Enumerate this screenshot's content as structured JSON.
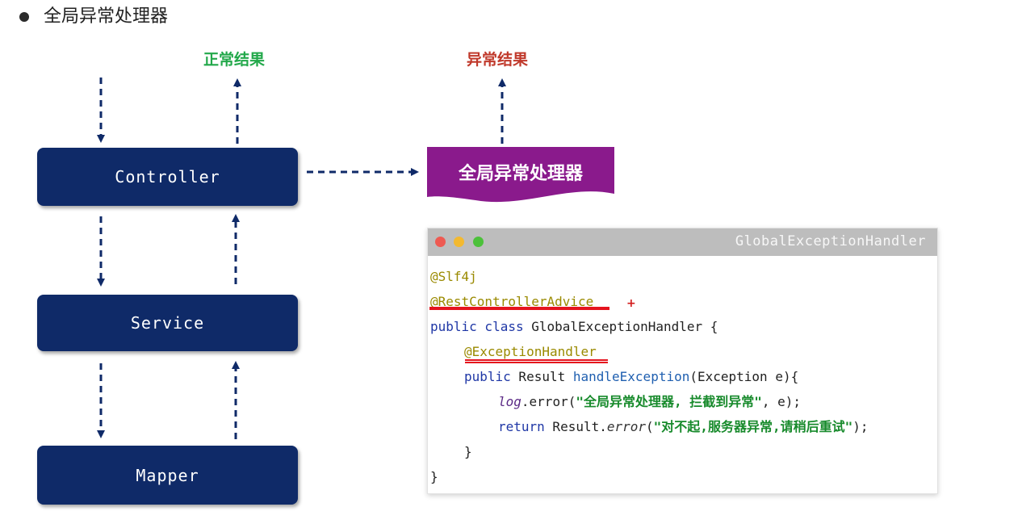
{
  "heading": "全局异常处理器",
  "labels": {
    "normal_result": "正常结果",
    "exception_result": "异常结果"
  },
  "layers": [
    "Controller",
    "Service",
    "Mapper"
  ],
  "handler_box": "全局异常处理器",
  "code_window": {
    "title": "GlobalExceptionHandler",
    "lines": {
      "l1": "@Slf4j",
      "l2": "@RestControllerAdvice",
      "l3_kw": "public class",
      "l3_rest": " GlobalExceptionHandler {",
      "l4": "@ExceptionHandler",
      "l5_kw": "public",
      "l5_type": " Result ",
      "l5_fn": "handleException",
      "l5_rest": "(Exception e){",
      "l6_log": "log",
      "l6_call": ".error(",
      "l6_str": "\"全局异常处理器, 拦截到异常\"",
      "l6_rest": ", e);",
      "l7_kw": "return",
      "l7_obj": " Result.",
      "l7_fn": "error",
      "l7_open": "(",
      "l7_str": "\"对不起,服务器异常,请稍后重试\"",
      "l7_rest": ");",
      "l8": "}",
      "l9": "}"
    }
  },
  "plus_mark": "+",
  "colors": {
    "box": "#0f2a68",
    "handler": "#8a1a8c",
    "ok_label": "#22a84a",
    "err_label": "#c0392b",
    "underline": "#e5141f"
  }
}
